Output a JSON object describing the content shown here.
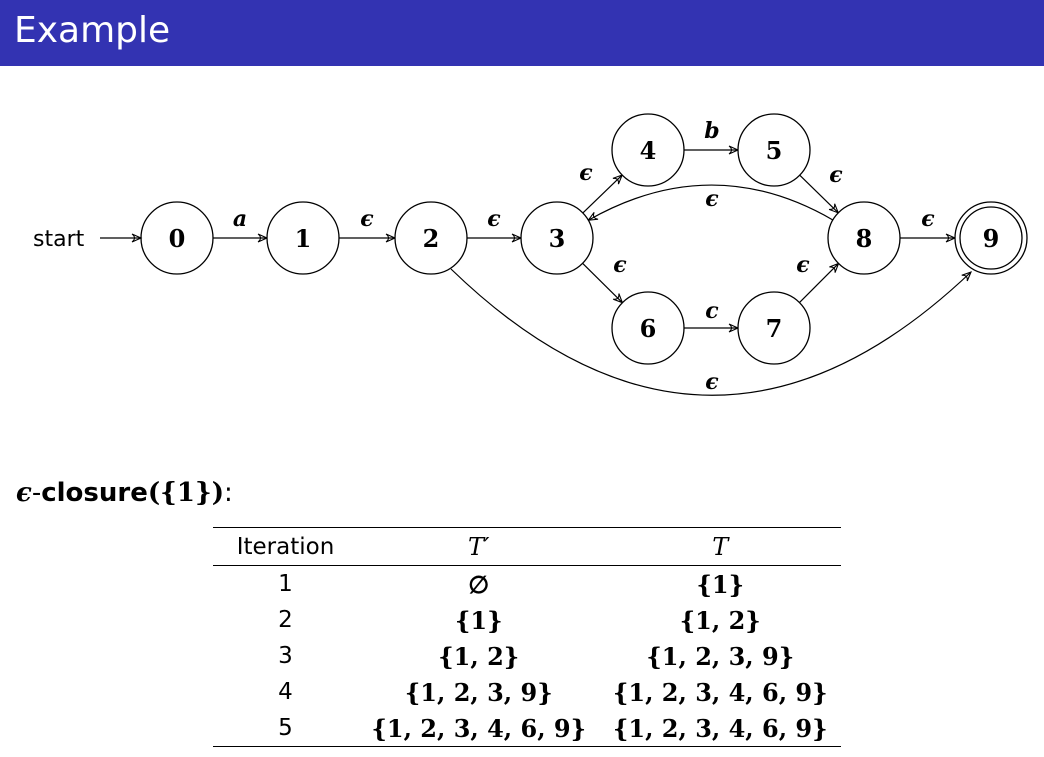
{
  "header": {
    "title": "Example"
  },
  "diagram": {
    "start_label": "start",
    "states": [
      {
        "id": "0",
        "label": "0",
        "accepting": false
      },
      {
        "id": "1",
        "label": "1",
        "accepting": false
      },
      {
        "id": "2",
        "label": "2",
        "accepting": false
      },
      {
        "id": "3",
        "label": "3",
        "accepting": false
      },
      {
        "id": "4",
        "label": "4",
        "accepting": false
      },
      {
        "id": "5",
        "label": "5",
        "accepting": false
      },
      {
        "id": "6",
        "label": "6",
        "accepting": false
      },
      {
        "id": "7",
        "label": "7",
        "accepting": false
      },
      {
        "id": "8",
        "label": "8",
        "accepting": false
      },
      {
        "id": "9",
        "label": "9",
        "accepting": true
      }
    ],
    "edges": [
      {
        "from": "0",
        "to": "1",
        "label": "a"
      },
      {
        "from": "1",
        "to": "2",
        "label": "ϵ"
      },
      {
        "from": "2",
        "to": "3",
        "label": "ϵ"
      },
      {
        "from": "3",
        "to": "4",
        "label": "ϵ"
      },
      {
        "from": "3",
        "to": "6",
        "label": "ϵ"
      },
      {
        "from": "4",
        "to": "5",
        "label": "b"
      },
      {
        "from": "6",
        "to": "7",
        "label": "c"
      },
      {
        "from": "5",
        "to": "8",
        "label": "ϵ"
      },
      {
        "from": "7",
        "to": "8",
        "label": "ϵ"
      },
      {
        "from": "8",
        "to": "3",
        "label": "ϵ"
      },
      {
        "from": "8",
        "to": "9",
        "label": "ϵ"
      },
      {
        "from": "2",
        "to": "9",
        "label": "ϵ"
      }
    ]
  },
  "closure": {
    "epsilon": "ϵ",
    "dash": "-",
    "function_name": "closure",
    "argument": "({1})",
    "suffix": ":"
  },
  "table": {
    "headers": [
      "Iteration",
      "T′",
      "T"
    ],
    "rows": [
      [
        "1",
        "∅",
        "{1}"
      ],
      [
        "2",
        "{1}",
        "{1, 2}"
      ],
      [
        "3",
        "{1, 2}",
        "{1, 2, 3, 9}"
      ],
      [
        "4",
        "{1, 2, 3, 9}",
        "{1, 2, 3, 4, 6, 9}"
      ],
      [
        "5",
        "{1, 2, 3, 4, 6, 9}",
        "{1, 2, 3, 4, 6, 9}"
      ]
    ]
  }
}
